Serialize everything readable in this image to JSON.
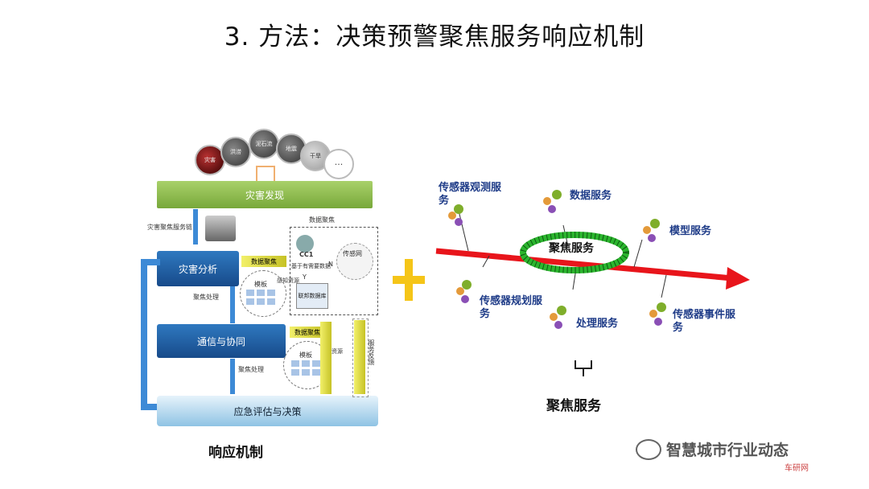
{
  "title": "3. 方法：决策预警聚焦服务响应机制",
  "left": {
    "thumbs": [
      "灾害",
      "洪涝",
      "泥石流",
      "地震",
      "干旱",
      "···"
    ],
    "discovery": "灾害发现",
    "chain_label": "灾害聚焦服务链",
    "data_focus": "数据聚焦",
    "analysis": "灾害分析",
    "focus_proc": "聚焦处理",
    "comm": "通信与协同",
    "eval": "应急评估与决策",
    "data_focus_box1": "数据聚焦",
    "data_focus_box2": "数据聚焦",
    "model": "模板",
    "resources": "感知资源",
    "cc1": "CC1",
    "sensor_net": "传感网",
    "db": "联邦数据库",
    "desc": "基于有需要数据",
    "n_label": "N",
    "y_label": "Y",
    "vert_label": "服务反馈",
    "caption": "响应机制"
  },
  "right": {
    "focus": "聚焦服务",
    "services": {
      "sensor_obs": "传感器观测服务",
      "data": "数据服务",
      "model": "模型服务",
      "sensor_plan": "传感器规划服务",
      "processing": "处理服务",
      "sensor_event": "传感器事件服务"
    },
    "caption": "聚焦服务"
  },
  "watermark": {
    "text": "智慧城市行业动态",
    "small": "车研网"
  },
  "colors": {
    "arrow": "#e8151b",
    "ring": "#2bb52e",
    "service_text": "#1f3c88",
    "plus": "#f5c518"
  }
}
